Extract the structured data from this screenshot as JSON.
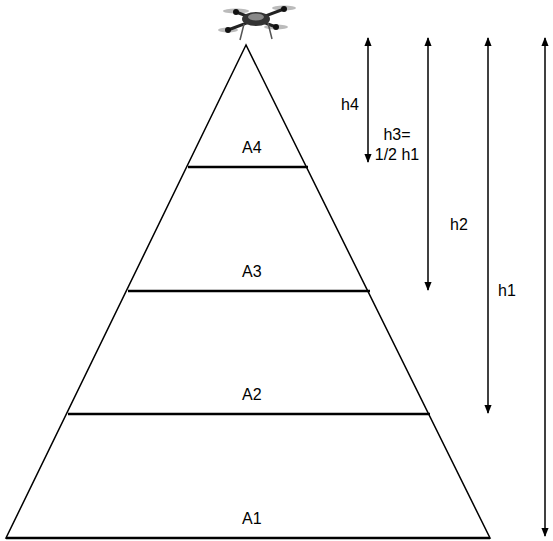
{
  "diagram": {
    "labels": [
      "A4",
      "A3",
      "A2",
      "A1",
      "h4",
      "h3= 1/2 h1",
      "h2",
      "h1"
    ]
  }
}
